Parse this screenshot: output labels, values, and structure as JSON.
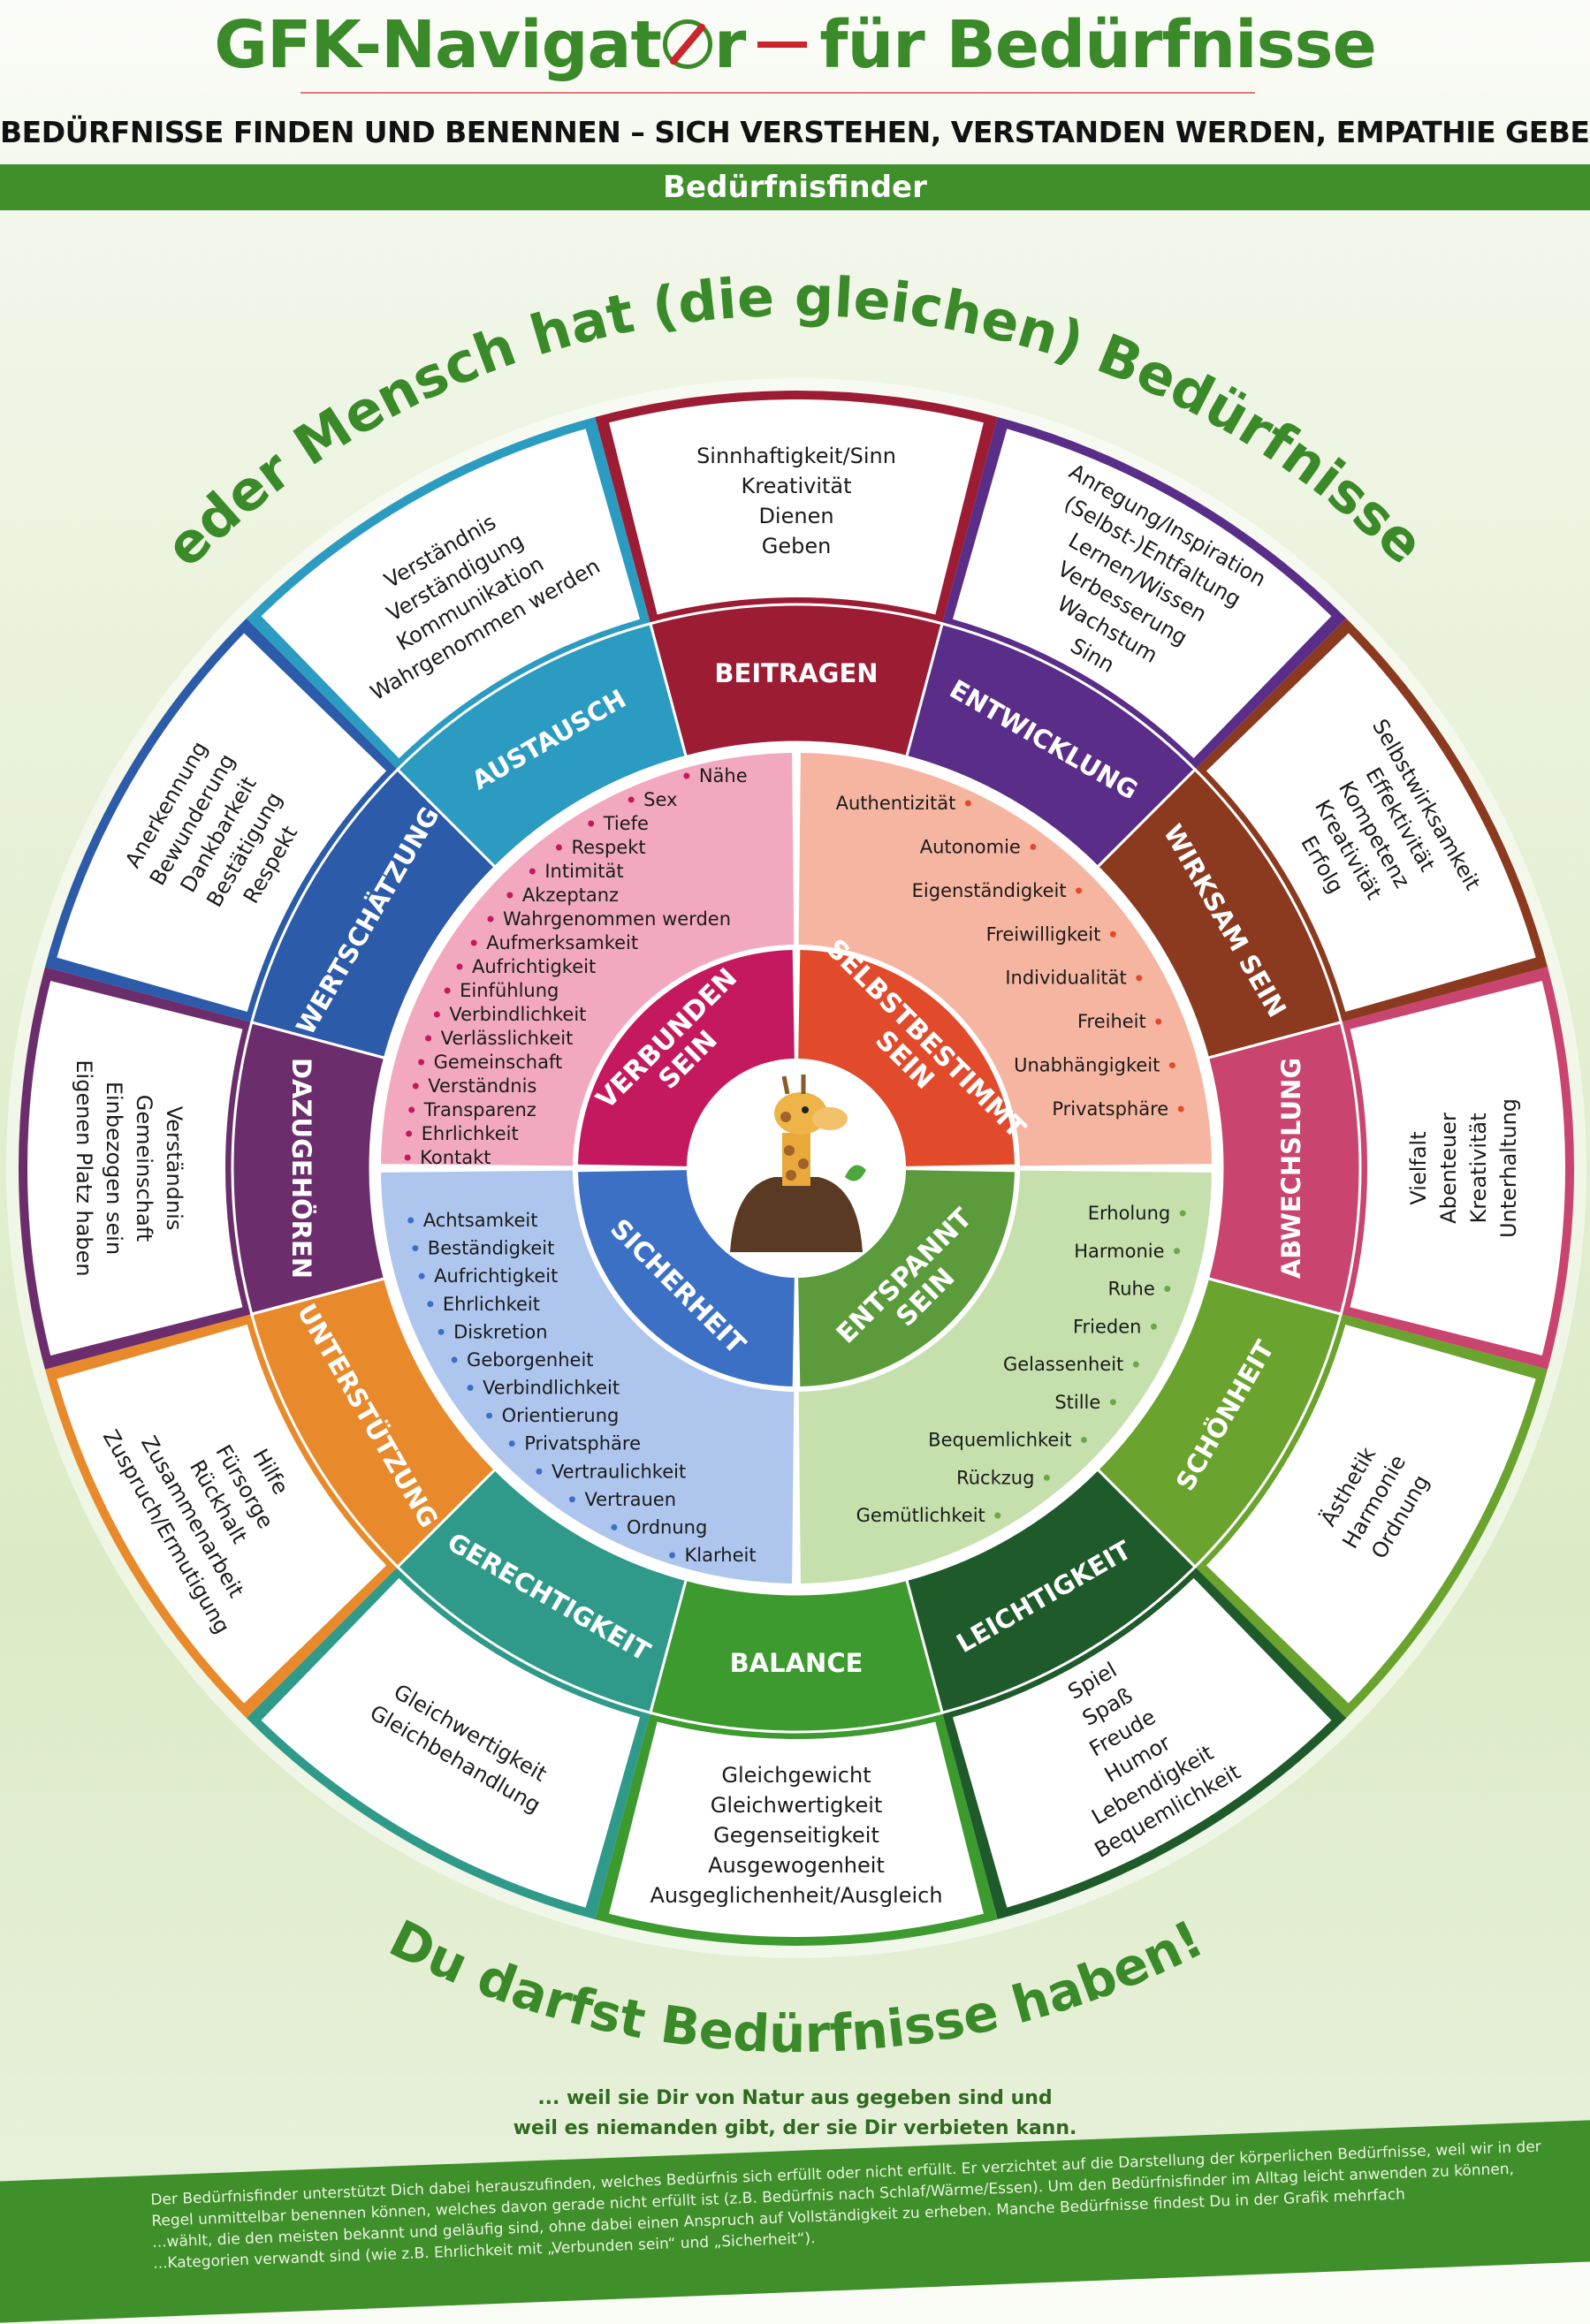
{
  "header": {
    "title_part1": "GFK-Navigat",
    "title_part2": "r",
    "title_part3": "für Bedürfnisse",
    "subtitle": "BEDÜRFNISSE FINDEN UND BENENNEN – SICH VERSTEHEN, VERSTANDEN WERDEN, EMPATHIE GEBEN",
    "band": "Bedürfnisfinder"
  },
  "arc_top": "Jeder Mensch hat (die gleichen) Bedürfnisse!",
  "arc_bottom": "Du darfst Bedürfnisse haben!",
  "sub_lines": [
    "... weil sie Dir von Natur aus gegeben sind und",
    "weil es niemanden gibt, der sie Dir verbieten kann."
  ],
  "footer_lines": [
    "Der Bedürfnisfinder unterstützt Dich dabei herauszufinden, welches Bedürfnis sich erfüllt oder nicht erfüllt. Er verzichtet auf die Darstellung der körperlichen Bedürfnisse, weil wir in der",
    "Regel unmittelbar benennen können, welches davon gerade nicht erfüllt ist (z.B. Bedürfnis nach Schlaf/Wärme/Essen). Um den Bedürfnisfinder im Alltag leicht anwenden zu können,",
    "...wählt, die den meisten bekannt und geläufig sind, ohne dabei einen Anspruch auf Vollständigkeit zu erheben. Manche Bedürfnisse findest Du in der Grafik mehrfach",
    "...Kategorien verwandt sind (wie z.B. Ehrlichkeit mit „Verbunden sein“ und „Sicherheit“)."
  ],
  "categories": [
    {
      "label": "BEITRAGEN",
      "color": "#9c1c34",
      "needs": [
        "Sinnhaftigkeit/Sinn",
        "Kreativität",
        "Dienen",
        "Geben"
      ]
    },
    {
      "label": "ENTWICKLUNG",
      "color": "#5a2d88",
      "needs": [
        "Anregung/Inspiration",
        "(Selbst-)Entfaltung",
        "Lernen/Wissen",
        "Verbesserung",
        "Wachstum",
        "Sinn"
      ]
    },
    {
      "label": "WIRKSAM SEIN",
      "color": "#8b3a1f",
      "needs": [
        "Selbstwirksamkeit",
        "Effektivität",
        "Kompetenz",
        "Kreativität",
        "Erfolg"
      ]
    },
    {
      "label": "ABWECHSLUNG",
      "color": "#c9446e",
      "needs": [
        "Vielfalt",
        "Abenteuer",
        "Kreativität",
        "Unterhaltung"
      ]
    },
    {
      "label": "SCHÖNHEIT",
      "color": "#6aa32d",
      "needs": [
        "Ästhetik",
        "Harmonie",
        "Ordnung"
      ]
    },
    {
      "label": "LEICHTIGKEIT",
      "color": "#1f5a2b",
      "needs": [
        "Spiel",
        "Spaß",
        "Freude",
        "Humor",
        "Lebendigkeit",
        "Bequemlichkeit"
      ]
    },
    {
      "label": "BALANCE",
      "color": "#3d9a2f",
      "needs": [
        "Gleichgewicht",
        "Gleichwertigkeit",
        "Gegenseitigkeit",
        "Ausgewogenheit",
        "Ausgeglichenheit/Ausgleich"
      ]
    },
    {
      "label": "GERECHTIGKEIT",
      "color": "#2f9a89",
      "needs": [
        "Gleichwertigkeit",
        "Gleichbehandlung"
      ]
    },
    {
      "label": "UNTERSTÜTZUNG",
      "color": "#e88a2b",
      "needs": [
        "Hilfe",
        "Fürsorge",
        "Rückhalt",
        "Zusammenarbeit",
        "Zuspruch/Ermutigung"
      ]
    },
    {
      "label": "DAZUGEHÖREN",
      "color": "#6c2d6c",
      "needs": [
        "Verständnis",
        "Gemeinschaft",
        "Einbezogen sein",
        "Eigenen Platz haben"
      ]
    },
    {
      "label": "WERTSCHÄTZUNG",
      "color": "#2b5ba9",
      "needs": [
        "Anerkennung",
        "Bewunderung",
        "Dankbarkeit",
        "Bestätigung",
        "Respekt"
      ]
    },
    {
      "label": "AUSTAUSCH",
      "color": "#2b9bc2",
      "needs": [
        "Verständnis",
        "Verständigung",
        "Kommunikation",
        "Wahrgenommen werden"
      ]
    }
  ],
  "quadrants": [
    {
      "label_lines": [
        "VERBUNDEN",
        "SEIN"
      ],
      "color": "#c4195e",
      "light": "#f2a9c0",
      "dot": "#c4195e",
      "items": [
        "Nähe",
        "Sex",
        "Tiefe",
        "Respekt",
        "Intimität",
        "Akzeptanz",
        "Wahrgenommen werden",
        "Aufmerksamkeit",
        "Aufrichtigkeit",
        "Einfühlung",
        "Verbindlichkeit",
        "Verlässlichkeit",
        "Gemeinschaft",
        "Verständnis",
        "Transparenz",
        "Ehrlichkeit",
        "Kontakt"
      ]
    },
    {
      "label_lines": [
        "SELBSTBESTIMMT",
        "SEIN"
      ],
      "color": "#e14b2b",
      "light": "#f6b5a0",
      "dot": "#e14b2b",
      "items": [
        "Authentizität",
        "Autonomie",
        "Eigenständigkeit",
        "Freiwilligkeit",
        "Individualität",
        "Freiheit",
        "Unabhängigkeit",
        "Privatsphäre"
      ]
    },
    {
      "label_lines": [
        "ENTSPANNT",
        "SEIN"
      ],
      "color": "#5b9b3b",
      "light": "#c6e0ad",
      "dot": "#6aa84a",
      "items": [
        "Erholung",
        "Harmonie",
        "Ruhe",
        "Frieden",
        "Gelassenheit",
        "Stille",
        "Bequemlichkeit",
        "Rückzug",
        "Gemütlichkeit"
      ]
    },
    {
      "label_lines": [
        "SICHERHEIT"
      ],
      "color": "#3b70c5",
      "light": "#aec6ee",
      "dot": "#3b70c5",
      "items": [
        "Achtsamkeit",
        "Beständigkeit",
        "Aufrichtigkeit",
        "Ehrlichkeit",
        "Diskretion",
        "Geborgenheit",
        "Verbindlichkeit",
        "Orientierung",
        "Privatsphäre",
        "Vertraulichkeit",
        "Vertrauen",
        "Ordnung",
        "Klarheit"
      ]
    }
  ]
}
